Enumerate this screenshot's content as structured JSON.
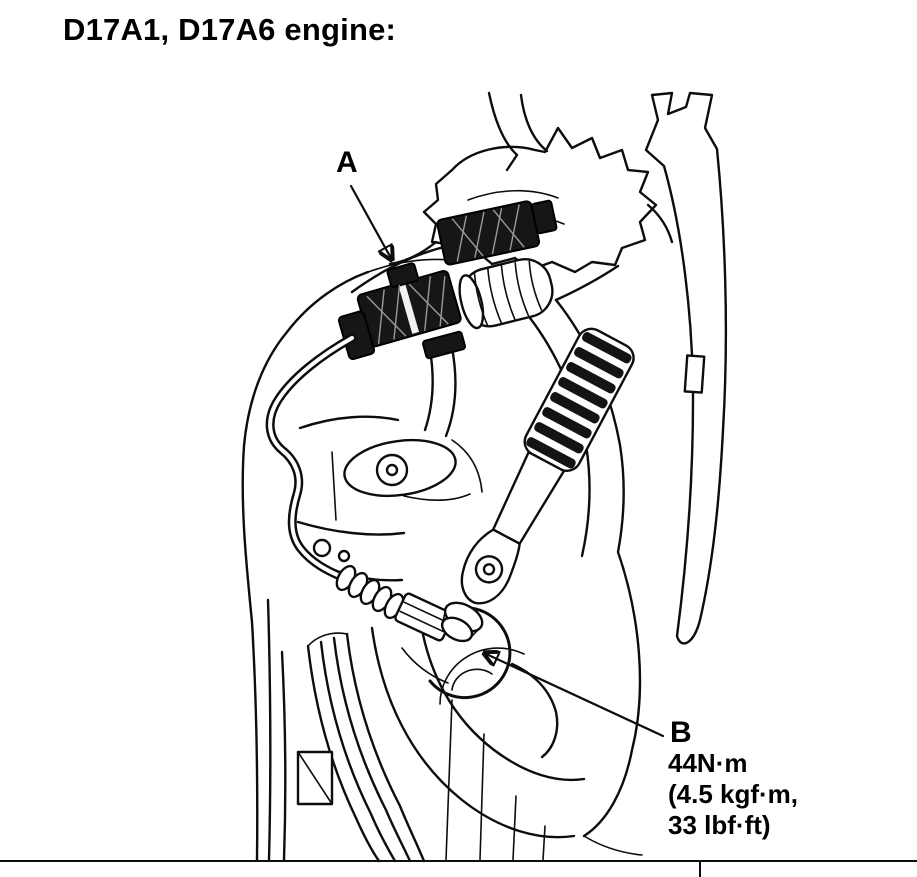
{
  "figure": {
    "title": "D17A1, D17A6 engine:"
  },
  "callouts": {
    "a": "A",
    "b": "B",
    "torque_line1": "44N·m",
    "torque_line2": "(4.5 kgf·m,",
    "torque_line3": "33 lbf·ft)"
  },
  "colors": {
    "ink": "#0d0d0d",
    "paper": "#ffffff"
  }
}
